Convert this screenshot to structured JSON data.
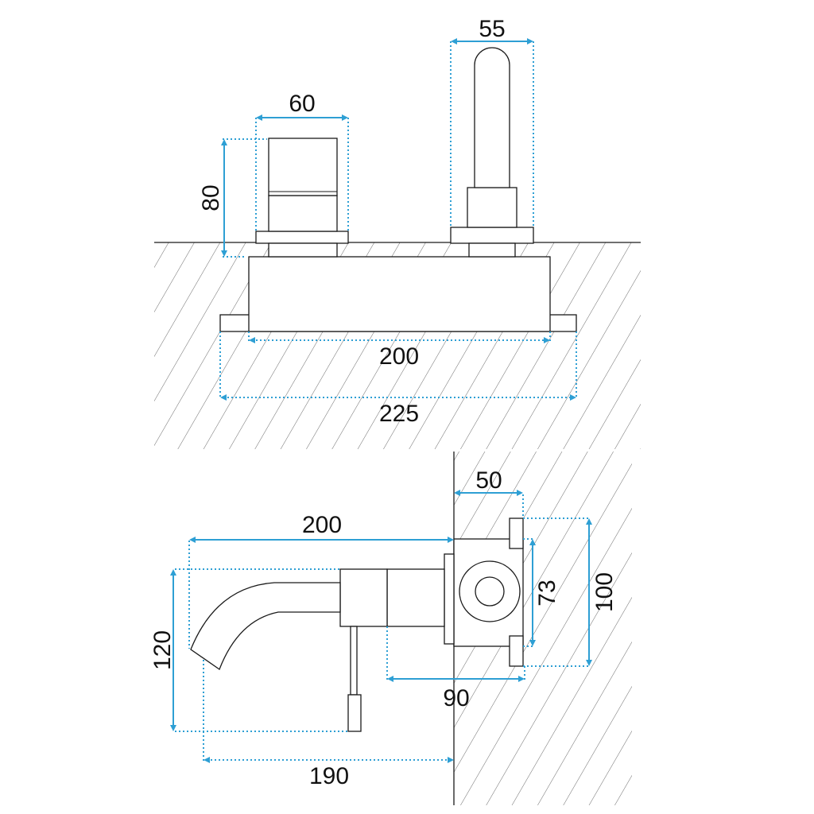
{
  "top_view": {
    "dims": {
      "handle_width": "60",
      "spout_width": "55",
      "handle_height": "80",
      "body_width": "200",
      "plate_width": "225"
    }
  },
  "side_view": {
    "dims": {
      "spout_length": "200",
      "mount_depth": "50",
      "inner_height": "73",
      "outer_height": "100",
      "total_height": "120",
      "body_depth": "90",
      "reach": "190"
    }
  },
  "colors": {
    "dimension": "#2e9fd4",
    "outline": "#1a1a1a",
    "hatch": "#6b6b6b"
  }
}
